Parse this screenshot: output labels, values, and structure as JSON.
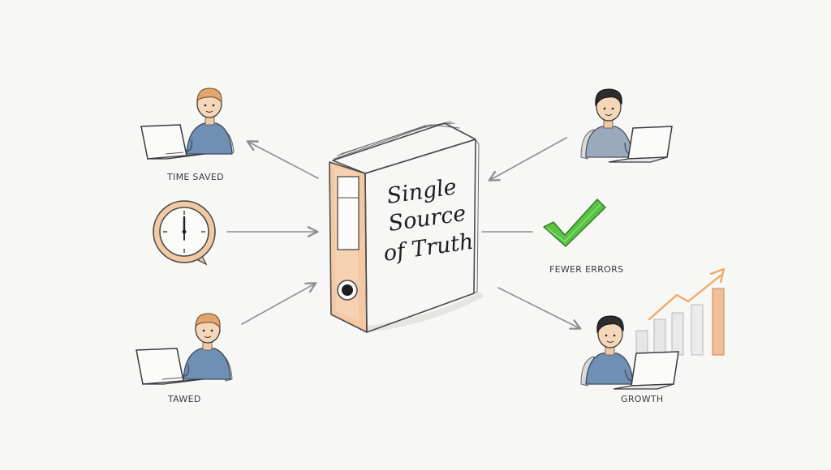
{
  "binder": {
    "title_line1": "Single",
    "title_line2": "Source",
    "title_line3": "of Truth"
  },
  "labels": {
    "top_left": "TIME SAVED",
    "bottom_left": "TAWED",
    "middle_right": "FEWER ERRORS",
    "bottom_right": "GROWTH"
  },
  "colors": {
    "accent_peach": "#f3c9a4",
    "shirt_blue": "#6f8fb4",
    "check_green": "#58c442",
    "growth_orange": "#f1a86a"
  },
  "icons": [
    "laptop-user-icon",
    "clock-icon",
    "check-mark-icon",
    "growth-chart-icon",
    "binder-icon"
  ]
}
